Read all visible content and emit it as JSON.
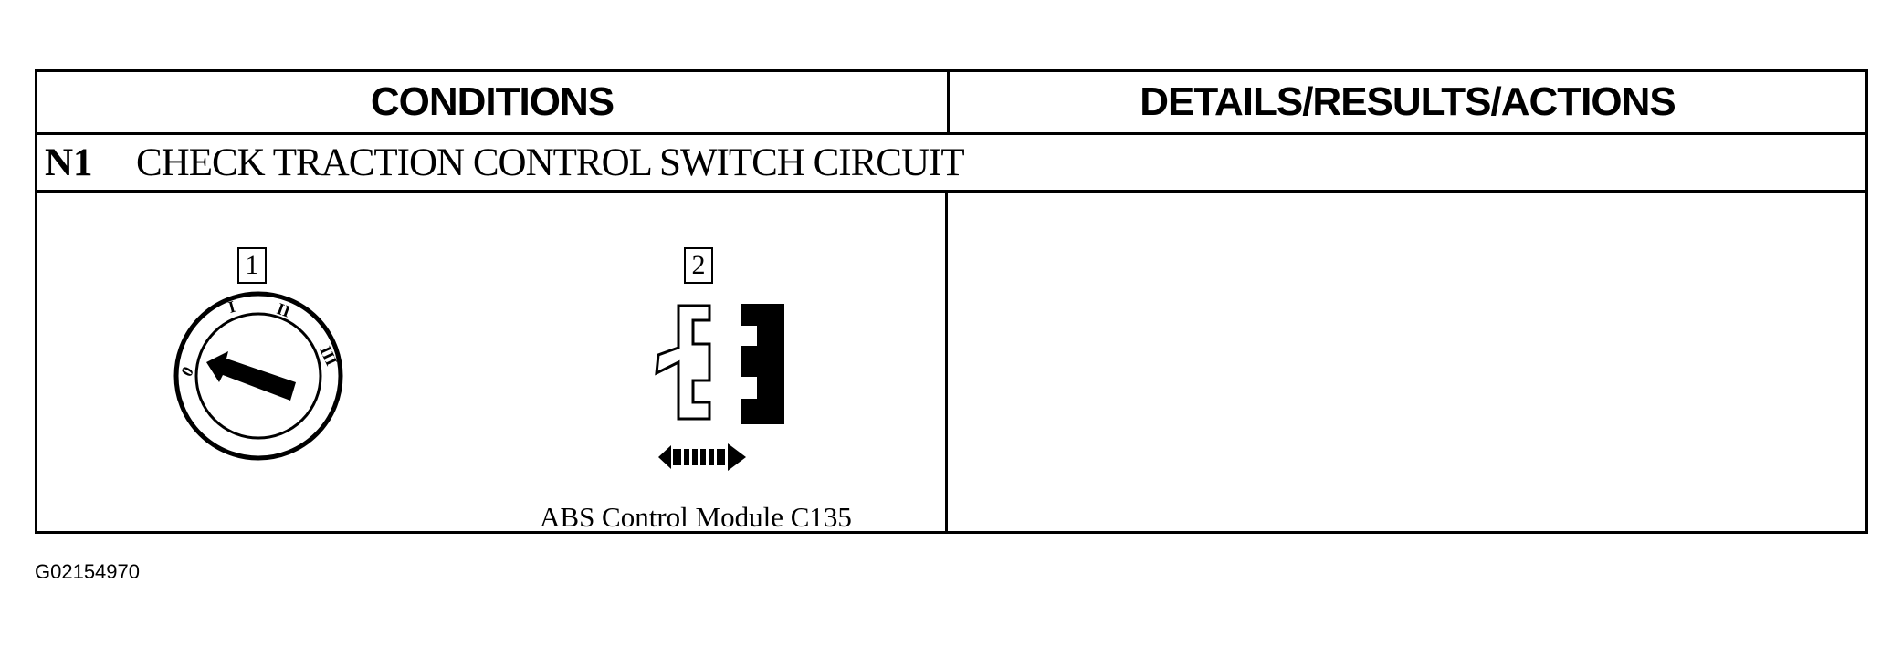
{
  "table": {
    "header_left": "CONDITIONS",
    "header_right": "DETAILS/RESULTS/ACTIONS",
    "step_id": "N1",
    "step_title": "CHECK TRACTION CONTROL SWITCH CIRCUIT",
    "details_text": ""
  },
  "illustrations": [
    {
      "number": "1",
      "icon": "ignition-switch-off-icon",
      "positions": [
        "0",
        "I",
        "II",
        "III"
      ]
    },
    {
      "number": "2",
      "icon": "disconnect-connector-icon",
      "caption": "ABS Control Module C135"
    }
  ],
  "figure_id": "G02154970"
}
